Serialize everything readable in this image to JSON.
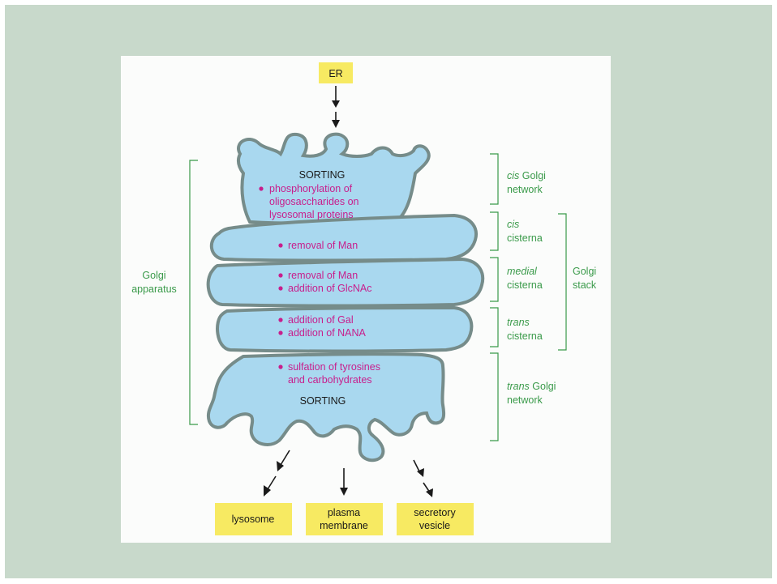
{
  "diagram": {
    "source_label": "ER",
    "sections": {
      "cis_network": {
        "heading": "SORTING",
        "processes": [
          "phosphorylation of oligosaccharides on lysosomal proteins"
        ],
        "process_lines": [
          "phosphorylation of",
          "oligosaccharides on",
          "lysosomal proteins"
        ]
      },
      "cis_cisterna": {
        "processes": [
          "removal of Man"
        ]
      },
      "medial_cisterna": {
        "processes": [
          "removal of Man",
          "addition of GlcNAc"
        ]
      },
      "trans_cisterna": {
        "processes": [
          "addition of Gal",
          "addition of NANA"
        ]
      },
      "trans_network": {
        "processes": [
          "sulfation of tyrosines and carbohydrates"
        ],
        "process_lines": [
          "sulfation of tyrosines",
          "and carbohydrates"
        ],
        "heading": "SORTING"
      }
    },
    "side_labels": {
      "cis_network": {
        "italic": "cis",
        "line1_rest": " Golgi",
        "line2": "network"
      },
      "cis_cisterna": {
        "italic": "cis",
        "line2": "cisterna"
      },
      "medial_cisterna": {
        "italic": "medial",
        "line2": "cisterna"
      },
      "trans_cisterna": {
        "italic": "trans",
        "line2": "cisterna"
      },
      "trans_network": {
        "italic": "trans",
        "line1_rest": " Golgi",
        "line2": "network"
      }
    },
    "group_labels": {
      "golgi_stack": [
        "Golgi",
        "stack"
      ],
      "golgi_apparatus": [
        "Golgi",
        "apparatus"
      ]
    },
    "destinations": [
      {
        "lines": [
          "lysosome"
        ]
      },
      {
        "lines": [
          "plasma",
          "membrane"
        ]
      },
      {
        "lines": [
          "secretory",
          "vesicle"
        ]
      }
    ],
    "colors": {
      "background": "#c8d9cb",
      "cisterna_fill": "#a9d8ef",
      "cisterna_stroke": "#768c8a",
      "process_text": "#c81e8c",
      "side_label_text": "#3a9a4a",
      "label_box": "#f7ea62"
    }
  }
}
